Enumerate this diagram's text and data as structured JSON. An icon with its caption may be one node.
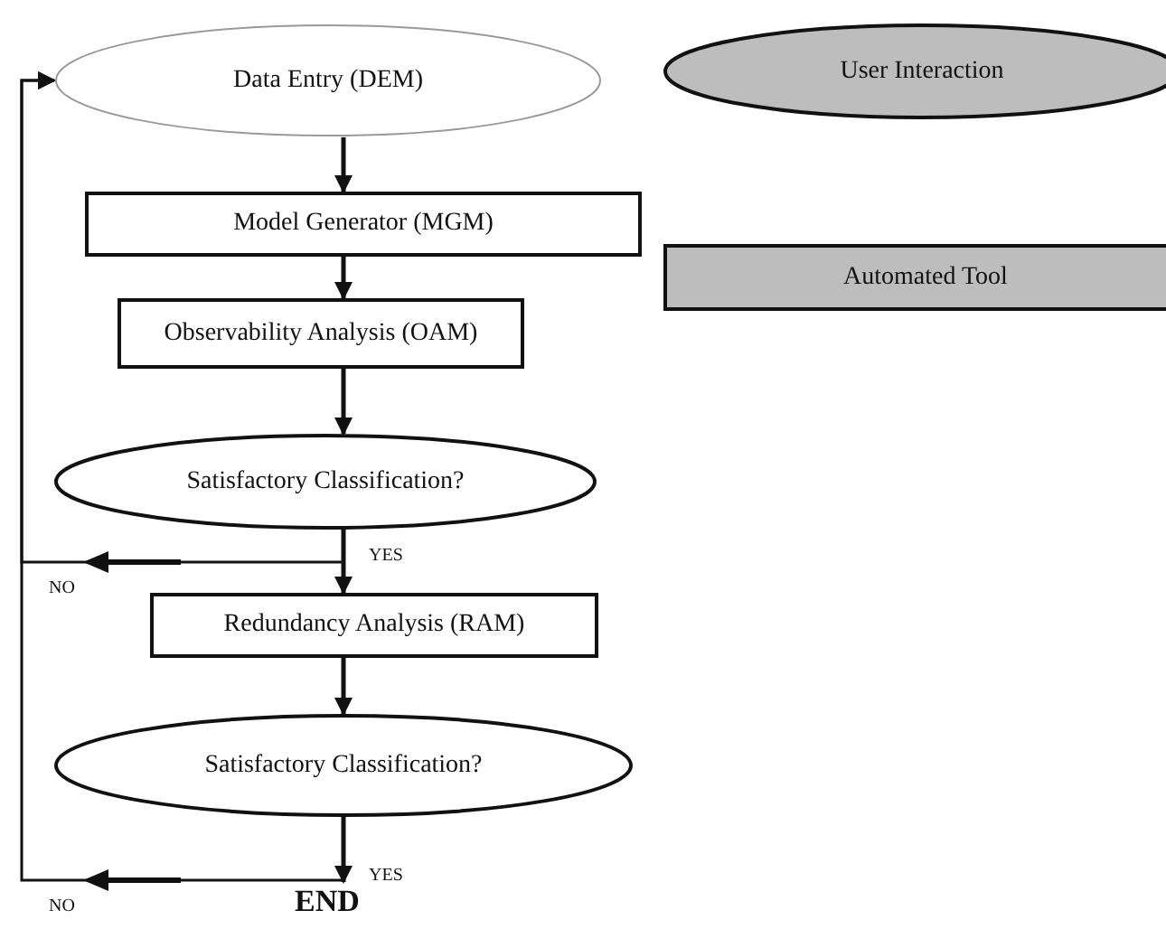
{
  "diagram": {
    "nodes": [
      {
        "text": [
          "Data Entry (DEM)"
        ]
      },
      {
        "text": [
          "Model Generator (MGM)"
        ]
      },
      {
        "text": [
          "Observability Analysis (OAM)"
        ]
      },
      {
        "text": [
          "Satisfactory Classification?"
        ]
      },
      {
        "text": [
          "Redundancy Analysis (RAM)"
        ]
      },
      {
        "text": [
          "Satisfactory Classification?"
        ]
      },
      {
        "text": [
          "END"
        ]
      },
      {
        "text": [
          "User Interaction"
        ]
      },
      {
        "text": [
          "Automated Tool"
        ]
      }
    ],
    "edges": [
      {
        "from": 0,
        "to": 1,
        "arrow": "to"
      },
      {
        "from": 1,
        "to": 2,
        "arrow": "to"
      },
      {
        "from": 2,
        "to": 3,
        "arrow": "to"
      },
      {
        "from": 3,
        "to": 4,
        "arrow": "to",
        "label": "YES"
      },
      {
        "from": 3,
        "to": 0,
        "arrow": "to",
        "label": "NO"
      },
      {
        "from": 4,
        "to": 5,
        "arrow": "to"
      },
      {
        "from": 5,
        "to": 6,
        "arrow": "to",
        "label": "YES"
      },
      {
        "from": 5,
        "to": 0,
        "arrow": "to",
        "label": "NO"
      }
    ]
  }
}
